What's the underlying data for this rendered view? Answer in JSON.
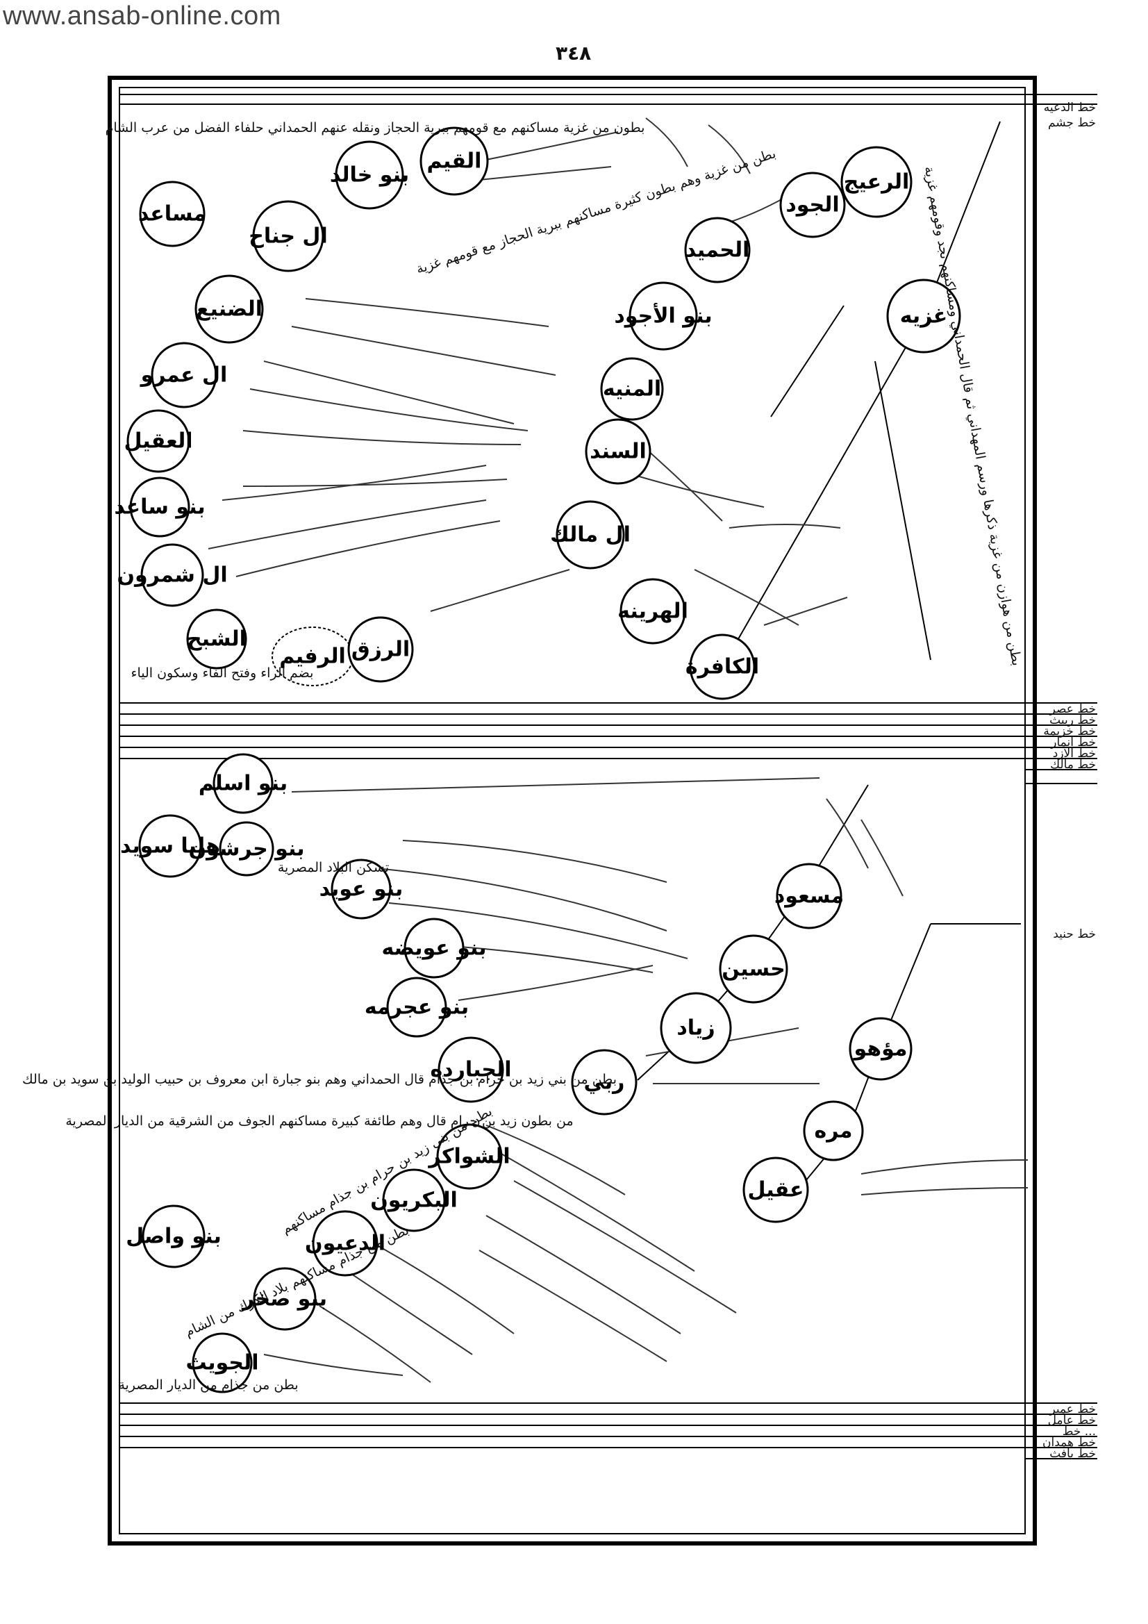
{
  "watermark": "www.ansab-online.com",
  "page_number": "٣٤٨",
  "top_section": {
    "root": "غزيه",
    "right_labels": [
      "خط الدعيه",
      "خط جشم"
    ],
    "nodes": [
      "الرعيج",
      "الجود",
      "الحميد",
      "بنو الأجود",
      "المنيه",
      "السند",
      "ال مالك",
      "الهرينه",
      "الكافرة",
      "بنو خالد",
      "القيم",
      "ال جناح",
      "مساعد",
      "الضنيع",
      "ال عمرو",
      "العقيل",
      "بنو ساعد",
      "ال شمرون",
      "الشبح",
      "الرفيم",
      "الرزق"
    ],
    "notes": [
      "بطون من غزية مساكنهم مع قومهم ببرية الحجاز ونقله عنهم الحمداني حلفاء الفضل من عرب الشام",
      "بطن من غزية وهم بطون كثيرة مساكنهم ببرية الحجاز مع قومهم غزية",
      "بطن من هوازن من غزية ذكرها ورسم المهداني ثم قال الحمداني ومساكنهم نجد وقومهم غزية",
      "بضم الراء وفتح الفاء وسكون الياء"
    ]
  },
  "bottom_section": {
    "right_labels": [
      "خط عصر",
      "خط ربيث",
      "خط خزيمة",
      "خط انمار",
      "خط الازد",
      "خط مالك",
      "خط حنيد"
    ],
    "bottom_right_labels": [
      "خط عمير",
      "خط عامل",
      "خط ...",
      "خط همدان",
      "خط يافث"
    ],
    "nodes": [
      "مسعود",
      "حسين",
      "زياد",
      "ربي",
      "مؤهو",
      "مره",
      "عقيل",
      "بنو اسلم",
      "هلبا سويد",
      "بنو جرشون",
      "بنو عويد",
      "بنو عويضه",
      "بنو عجرمه",
      "الجبارده",
      "الشواكر",
      "البكريون",
      "الدعيون",
      "بنو واصل",
      "بنو صخر",
      "الجويث"
    ],
    "notes": [
      "بطن من بني زيد بن حرام بن جذام قال الحمداني وهم بنو جبارة ابن معروف بن حبيب الوليد بن سويد بن مالك",
      "من بطون زيد بن حرام قال وهم طائفة كبيرة مساكنهم الجوف من الشرقية من الديار المصرية",
      "بطن من بني زيد بن حرام بن جذام مساكنهم",
      "بطن من جذام مساكنهم بلاد الكرك من الشام",
      "تسكن البلاد المصرية",
      "بطن من جذام من الديار المصرية"
    ]
  }
}
